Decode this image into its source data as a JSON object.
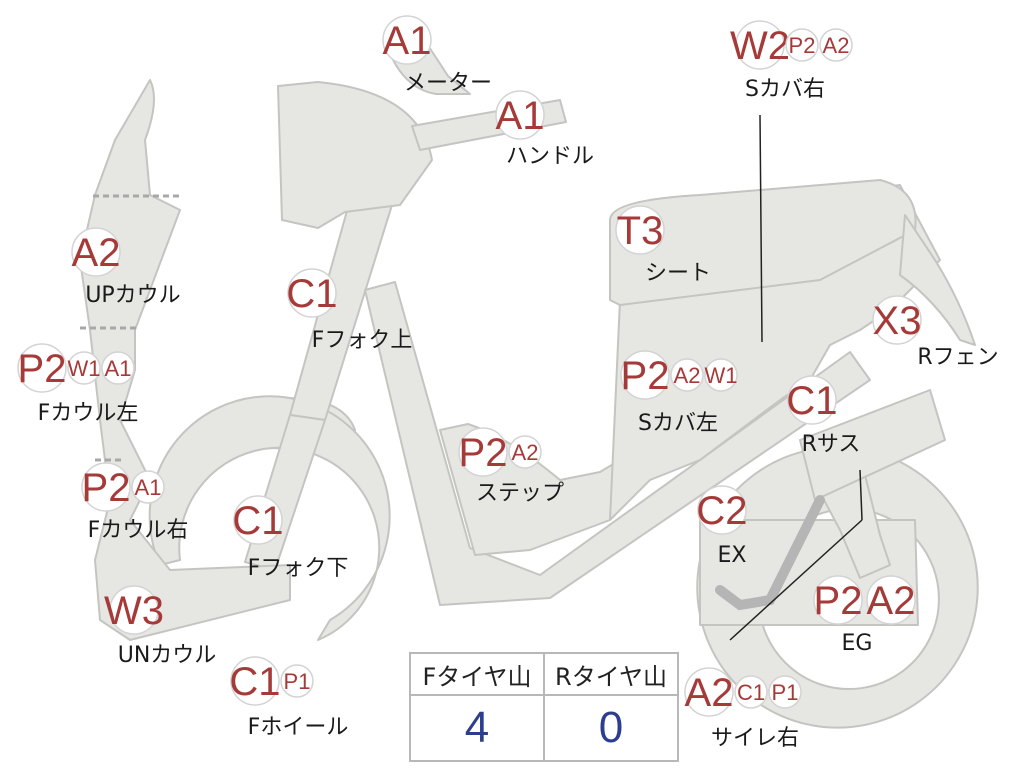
{
  "colors": {
    "body_fill": "#e6e6e3",
    "body_stroke": "#c4c4c0",
    "badge_text": "#a53a38",
    "badge_fill": "#ffffff",
    "badge_stroke": "#d3d3d3",
    "label_text": "#1a1a1a",
    "value_text": "#2c3f8e",
    "exhaust": "#b5b5b5"
  },
  "parts": [
    {
      "id": "meter",
      "label": "メーター",
      "codes": [
        "A1"
      ]
    },
    {
      "id": "handle",
      "label": "ハンドル",
      "codes": [
        "A1"
      ]
    },
    {
      "id": "s-cover-right",
      "label": "Sカバ右",
      "codes": [
        "W2",
        "P2",
        "A2"
      ]
    },
    {
      "id": "up-cowl",
      "label": "UPカウル",
      "codes": [
        "A2"
      ]
    },
    {
      "id": "f-fork-upper",
      "label": "Fフォク上",
      "codes": [
        "C1"
      ]
    },
    {
      "id": "seat",
      "label": "シート",
      "codes": [
        "T3"
      ]
    },
    {
      "id": "f-cowl-left",
      "label": "Fカウル左",
      "codes": [
        "P2",
        "W1",
        "A1"
      ]
    },
    {
      "id": "r-fender",
      "label": "Rフェン",
      "codes": [
        "X3"
      ]
    },
    {
      "id": "s-cover-left",
      "label": "Sカバ左",
      "codes": [
        "P2",
        "A2",
        "W1"
      ]
    },
    {
      "id": "r-suspension",
      "label": "Rサス",
      "codes": [
        "C1"
      ]
    },
    {
      "id": "step",
      "label": "ステップ",
      "codes": [
        "P2",
        "A2"
      ]
    },
    {
      "id": "f-cowl-right",
      "label": "Fカウル右",
      "codes": [
        "P2",
        "A1"
      ]
    },
    {
      "id": "f-fork-lower",
      "label": "Fフォク下",
      "codes": [
        "C1"
      ]
    },
    {
      "id": "ex",
      "label": "EX",
      "codes": [
        "C2"
      ]
    },
    {
      "id": "un-cowl",
      "label": "UNカウル",
      "codes": [
        "W3"
      ]
    },
    {
      "id": "eg",
      "label": "EG",
      "codes": [
        "P2",
        "A2"
      ]
    },
    {
      "id": "f-wheel",
      "label": "Fホイール",
      "codes": [
        "C1",
        "P1"
      ]
    },
    {
      "id": "silencer-right",
      "label": "サイレ右",
      "codes": [
        "A2",
        "C1",
        "P1"
      ]
    }
  ],
  "tire_table": {
    "front_header": "Fタイヤ山",
    "rear_header": "Rタイヤ山",
    "front_value": "4",
    "rear_value": "0"
  }
}
